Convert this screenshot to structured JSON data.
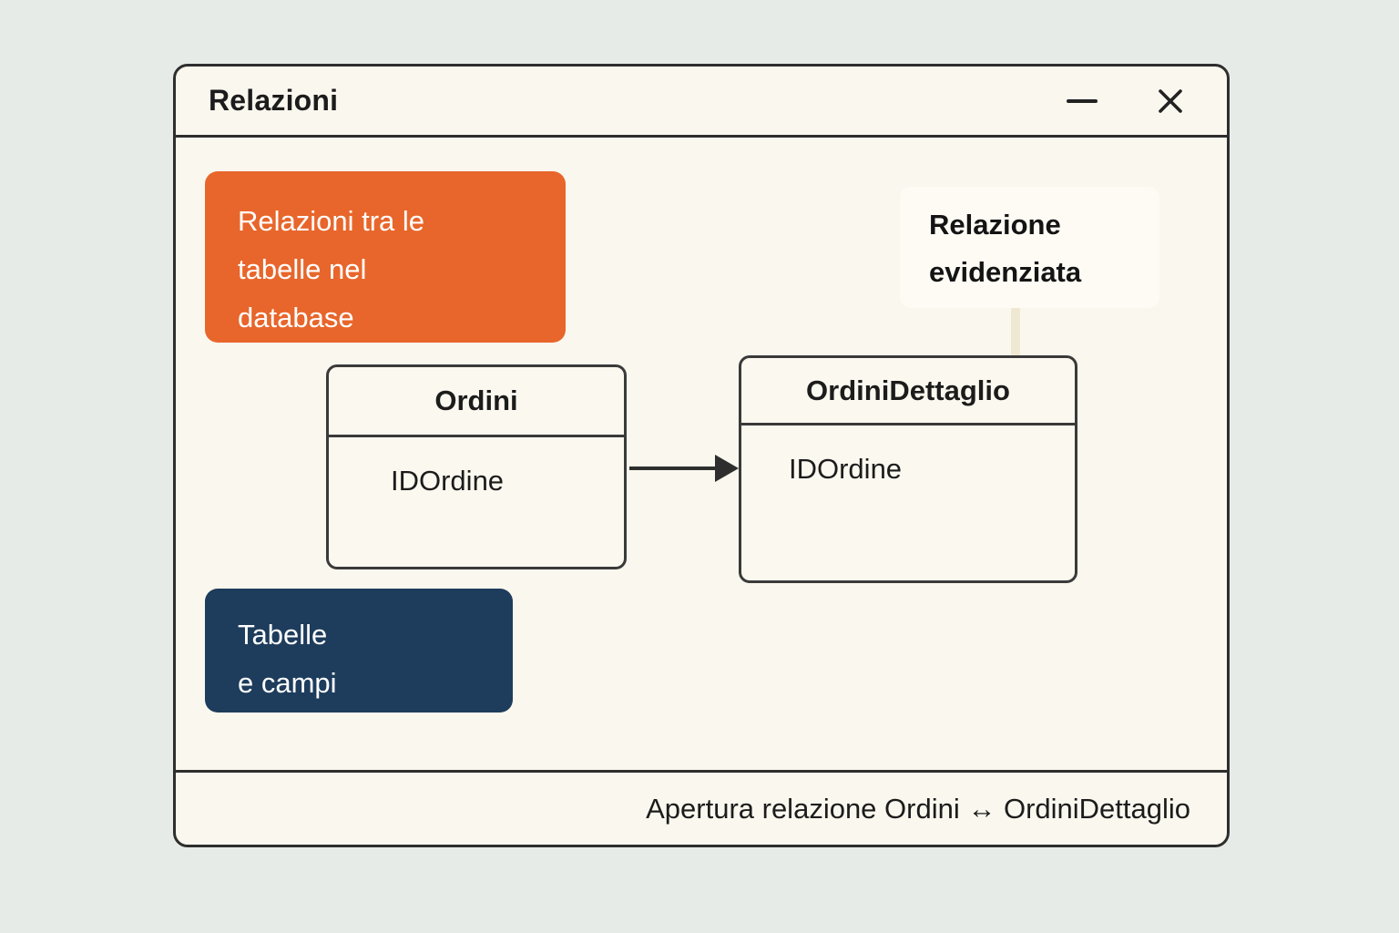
{
  "window": {
    "title": "Relazioni"
  },
  "annotations": {
    "orange_label": "Relazioni tra le\ntabelle nel\ndatabase",
    "callout_label": "Relazione\nevidenziata",
    "navy_label": "Tabelle\ne campi"
  },
  "diagram": {
    "tables": [
      {
        "name": "Ordini",
        "fields": [
          "IDOrdine"
        ]
      },
      {
        "name": "OrdiniDettaglio",
        "fields": [
          "IDOrdine"
        ]
      }
    ],
    "relation": {
      "from": "Ordini",
      "to": "OrdiniDettaglio"
    }
  },
  "statusbar": {
    "text": "Apertura relazione Ordini ↔ OrdiniDettaglio"
  },
  "colors": {
    "page_background": "#e7ebe8",
    "window_background": "#faf7ee",
    "border": "#2e2e2e",
    "orange_accent": "#e8662b",
    "navy_accent": "#1e3c5c",
    "callout_background": "#fdfbf4"
  }
}
